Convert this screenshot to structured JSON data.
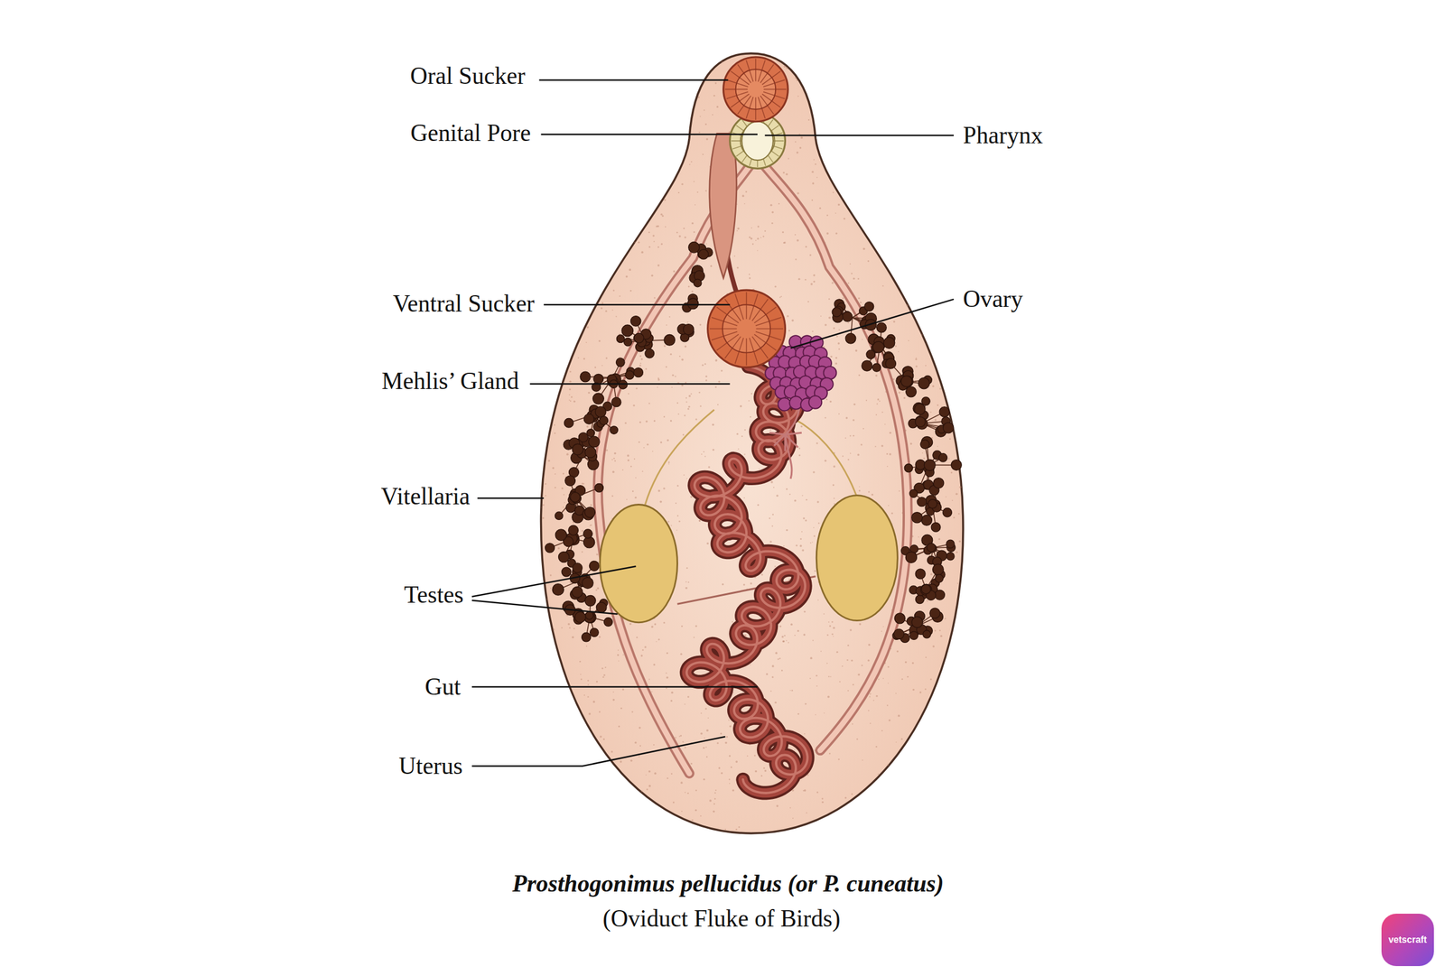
{
  "diagram": {
    "caption": "Prosthogonimus pellucidus (or P. cuneatus)",
    "nodes": [
      {
        "text": [
          "vetscraft"
        ]
      }
    ],
    "labels": [
      "Oral Sucker",
      "Genital Pore",
      "Pharynx",
      "Ventral Sucker",
      "Ovary",
      "Mehlis’ Gland",
      "Vitellaria",
      "Testes",
      "Gut",
      "Uterus",
      "(Oviduct Fluke of Birds)"
    ]
  }
}
